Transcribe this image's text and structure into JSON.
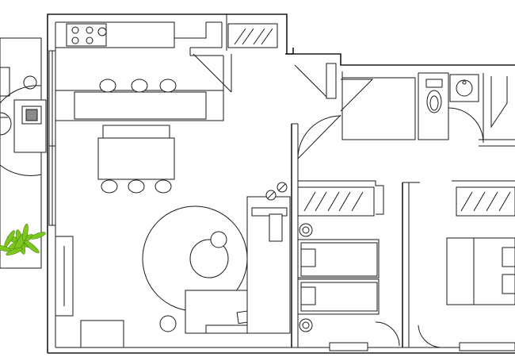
{
  "plan": {
    "background": "#ffffff",
    "line_color": "#1a1a1a",
    "plant_color": "#7cc61e",
    "rooms": [
      {
        "id": "kitchen-living"
      },
      {
        "id": "entry-hall"
      },
      {
        "id": "bathroom"
      },
      {
        "id": "bedroom-single"
      },
      {
        "id": "bedroom-double"
      },
      {
        "id": "balcony"
      }
    ],
    "icons": [
      "stove-icon",
      "sink-icon",
      "toilet-icon",
      "bed-icon",
      "armchair-icon",
      "plant-icon",
      "lamp-icon"
    ]
  }
}
